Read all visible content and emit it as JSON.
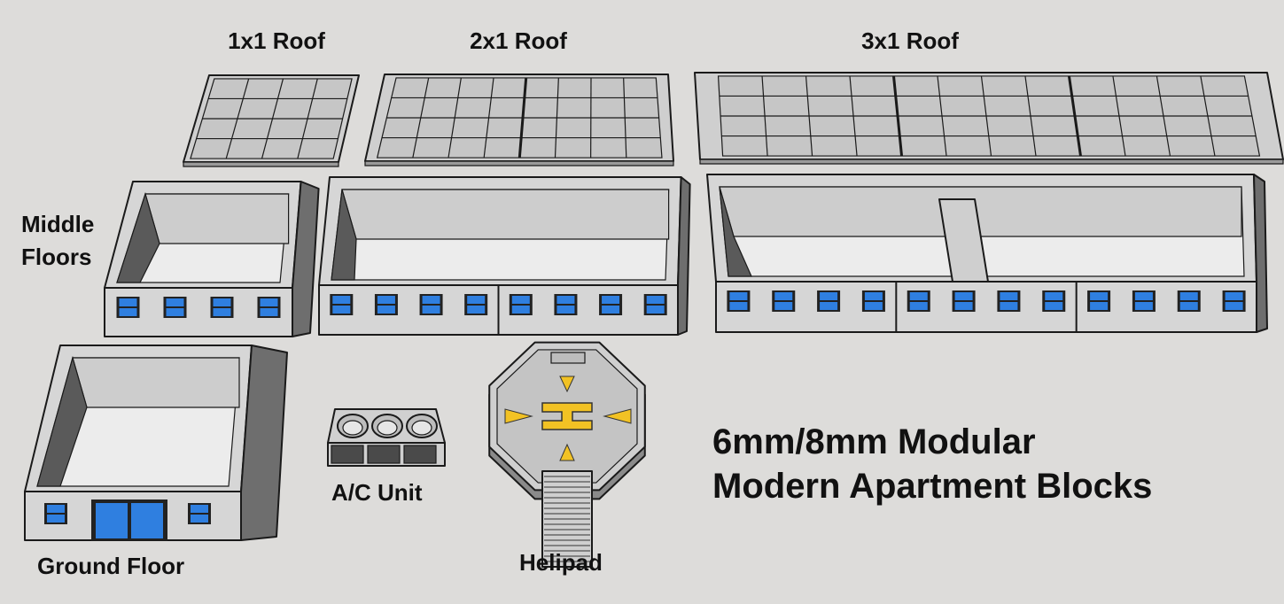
{
  "labels": {
    "roof_1x1": "1x1 Roof",
    "roof_2x1": "2x1 Roof",
    "roof_3x1": "3x1 Roof",
    "middle_floors_line1": "Middle",
    "middle_floors_line2": "Floors",
    "ground_floor": "Ground Floor",
    "ac_unit": "A/C Unit",
    "helipad": "Helipad",
    "title_line1": "6mm/8mm Modular",
    "title_line2": "Modern Apartment Blocks"
  },
  "colors": {
    "background": "#dddcda",
    "wall": "#d6d6d6",
    "inner_wall": "#5a5a5a",
    "floor": "#ececec",
    "window": "#2f7fe0",
    "helipad_marking": "#f2c224"
  }
}
